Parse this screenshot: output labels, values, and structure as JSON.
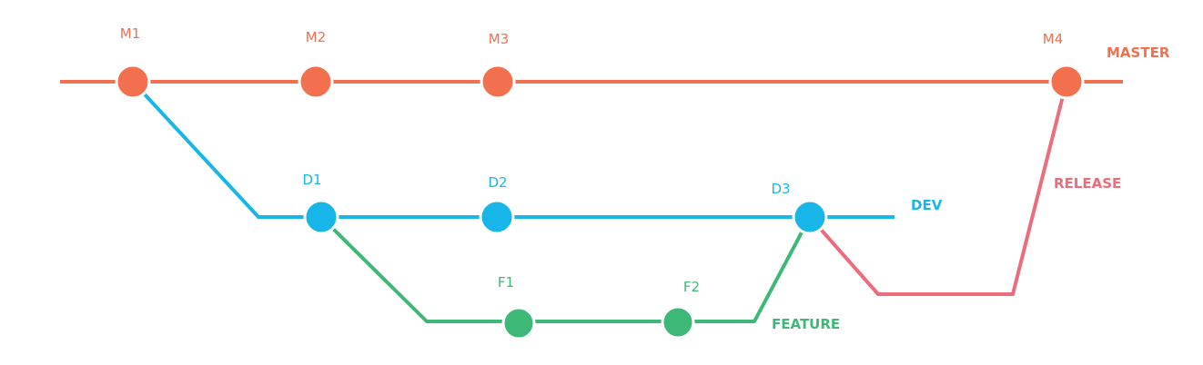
{
  "branches": {
    "master": {
      "label": "MASTER",
      "color": "#F2704D"
    },
    "dev": {
      "label": "DEV",
      "color": "#18B6E8"
    },
    "feature": {
      "label": "FEATURE",
      "color": "#3DB876"
    },
    "release": {
      "label": "RELEASE",
      "color": "#EC6B7C"
    }
  },
  "commits": {
    "m1": "M1",
    "m2": "M2",
    "m3": "M3",
    "m4": "M4",
    "d1": "D1",
    "d2": "D2",
    "d3": "D3",
    "f1": "F1",
    "f2": "F2"
  }
}
